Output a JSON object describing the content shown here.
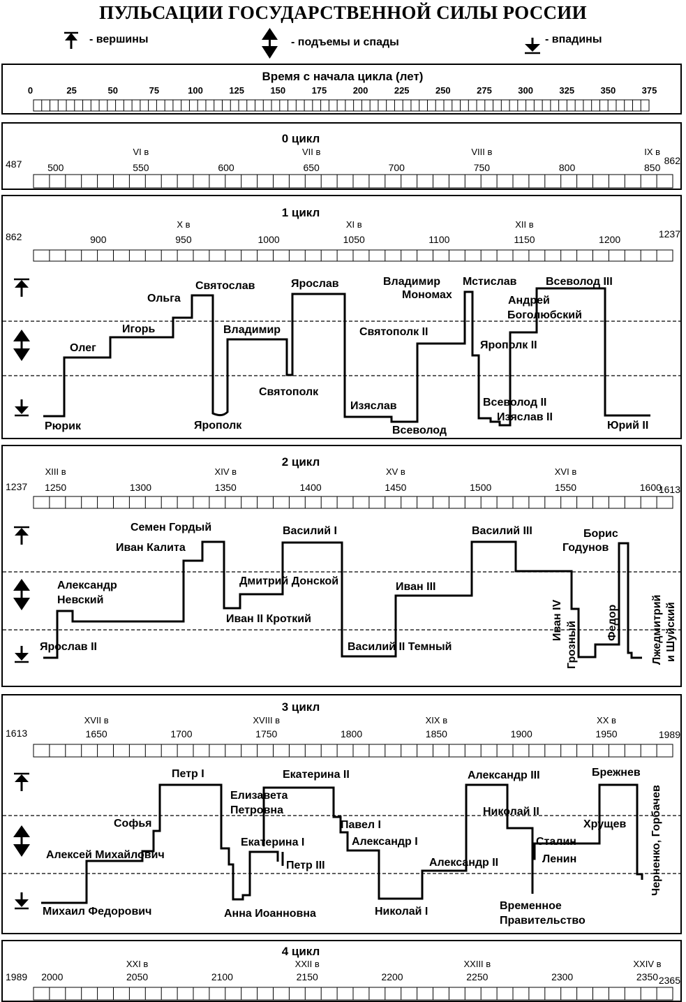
{
  "title": "ПУЛЬСАЦИИ ГОСУДАРСТВЕННОЙ СИЛЫ РОССИИ",
  "legend": {
    "peaks": "- вершины",
    "rises_falls": "- подъемы и спады",
    "troughs": "- впадины"
  },
  "time_scale": {
    "title": "Время с начала цикла (лет)",
    "ticks": [
      "0",
      "25",
      "50",
      "75",
      "100",
      "125",
      "150",
      "175",
      "200",
      "225",
      "250",
      "275",
      "300",
      "325",
      "350",
      "375"
    ]
  },
  "cycles": [
    {
      "title": "0 цикл",
      "start": "487",
      "end": "862",
      "years": [
        "500",
        "550",
        "600",
        "650",
        "700",
        "750",
        "800",
        "850"
      ],
      "centuries": [
        {
          "label": "VI в",
          "year": 550
        },
        {
          "label": "VII в",
          "year": 650
        },
        {
          "label": "VIII в",
          "year": 750
        },
        {
          "label": "IX в",
          "year": 850
        }
      ]
    },
    {
      "title": "1 цикл",
      "start": "862",
      "end": "1237",
      "years": [
        "900",
        "950",
        "1000",
        "1050",
        "1100",
        "1150",
        "1200"
      ],
      "centuries": [
        {
          "label": "X в",
          "year": 950
        },
        {
          "label": "XI в",
          "year": 1050
        },
        {
          "label": "XII в",
          "year": 1150
        }
      ],
      "rulers": [
        "Рюрик",
        "Олег",
        "Игорь",
        "Ольга",
        "Святослав",
        "Ярополк",
        "Владимир",
        "Святополк",
        "Ярослав",
        "Изяслав",
        "Всеволод",
        "Святополк II",
        "Владимир",
        "Мономах",
        "Мстислав",
        "Ярополк II",
        "Всеволод II",
        "Изяслав II",
        "Андрей",
        "Боголюбский",
        "Всеволод III",
        "Юрий II"
      ]
    },
    {
      "title": "2 цикл",
      "start": "1237",
      "end": "1613",
      "years": [
        "1250",
        "1300",
        "1350",
        "1400",
        "1450",
        "1500",
        "1550",
        "1600"
      ],
      "centuries": [
        {
          "label": "XIII в",
          "year": 1250
        },
        {
          "label": "XIV в",
          "year": 1350
        },
        {
          "label": "XV в",
          "year": 1450
        },
        {
          "label": "XVI в",
          "year": 1550
        }
      ],
      "rulers": [
        "Ярослав II",
        "Александр",
        "Невский",
        "Иван Калита",
        "Семен Гордый",
        "Иван II Кроткий",
        "Дмитрий Донской",
        "Василий I",
        "Василий II Темный",
        "Иван III",
        "Василий III",
        "Иван IV",
        "Грозный",
        "Федор",
        "Борис",
        "Годунов",
        "Лжедмитрий",
        "и Шуйский"
      ]
    },
    {
      "title": "3 цикл",
      "start": "1613",
      "end": "1989",
      "years": [
        "1650",
        "1700",
        "1750",
        "1800",
        "1850",
        "1900",
        "1950"
      ],
      "centuries": [
        {
          "label": "XVII в",
          "year": 1650
        },
        {
          "label": "XVIII в",
          "year": 1750
        },
        {
          "label": "XIX в",
          "year": 1850
        },
        {
          "label": "XX в",
          "year": 1950
        }
      ],
      "rulers": [
        "Михаил Федорович",
        "Алексей Михайлович",
        "Софья",
        "Петр I",
        "Анна Иоанновна",
        "Елизавета",
        "Петровна",
        "Екатерина I",
        "Петр III",
        "Екатерина II",
        "Павел I",
        "Александр I",
        "Николай I",
        "Александр II",
        "Александр III",
        "Николай II",
        "Временное",
        "Правительство",
        "Сталин",
        "Ленин",
        "Хрущев",
        "Брежнев",
        "Черненко, Горбачев"
      ]
    },
    {
      "title": "4 цикл",
      "start": "1989",
      "end": "2365",
      "years": [
        "2000",
        "2050",
        "2100",
        "2150",
        "2200",
        "2250",
        "2300",
        "2350"
      ],
      "centuries": [
        {
          "label": "XXI в",
          "year": 2050
        },
        {
          "label": "XXII в",
          "year": 2150
        },
        {
          "label": "XXIII в",
          "year": 2250
        },
        {
          "label": "XXIV в",
          "year": 2350
        }
      ]
    }
  ]
}
